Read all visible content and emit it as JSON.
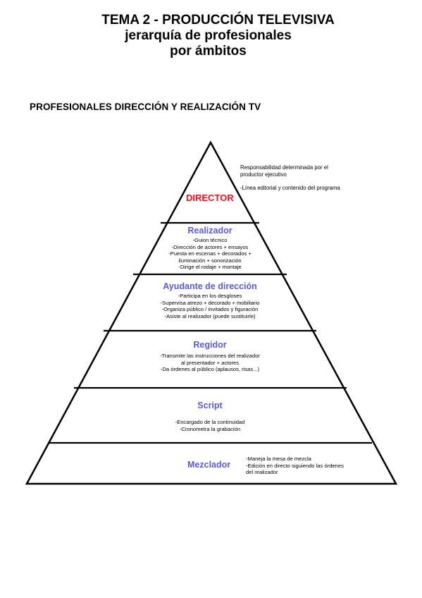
{
  "header": {
    "line1": "TEMA 2 - PRODUCCIÓN TELEVISIVA",
    "line2": "jerarquía de profesionales",
    "line3": "por ámbitos"
  },
  "section_title": "PROFESIONALES DIRECCIÓN Y  REALIZACIÓN TV",
  "colors": {
    "director": "#e8141c",
    "level_title": "#5b5bd6"
  },
  "pyramid": {
    "director": {
      "label": "DIRECTOR",
      "notes": [
        "Responsabilidad determinada por el",
        "productor ejecutivo",
        "-Línea editorial y contenido del programa"
      ]
    },
    "realizador": {
      "title": "Realizador",
      "items": [
        "-Guion técnico",
        "-Dirección de actores + ensayos",
        "-Puesta en escenas + decorados +",
        "iluminación + sonorización",
        "-Dirige el rodaje + montaje"
      ]
    },
    "ayudante": {
      "title": "Ayudante de dirección",
      "items": [
        "-Participa en los desgloses",
        "-Supervisa atrezo + decorado + mobiliario",
        "-Organiza público / invitados y  figuración",
        "-Asiste al realizador (puede sustituirle)"
      ]
    },
    "regidor": {
      "title": "Regidor",
      "items": [
        "-Transmite las instrucciones del realizador",
        "al presentador + actores",
        "-Da órdenes al público (aplausos, risas...)"
      ]
    },
    "script": {
      "title": "Script",
      "items": [
        "-Encargado de la continuidad",
        "-Cronometra la grabación"
      ]
    },
    "mezclador": {
      "title": "Mezclador",
      "items": [
        "-Maneja la mesa de mezcla",
        "-Edición en directo siguiendo las órdenes",
        "del realizador"
      ]
    }
  }
}
